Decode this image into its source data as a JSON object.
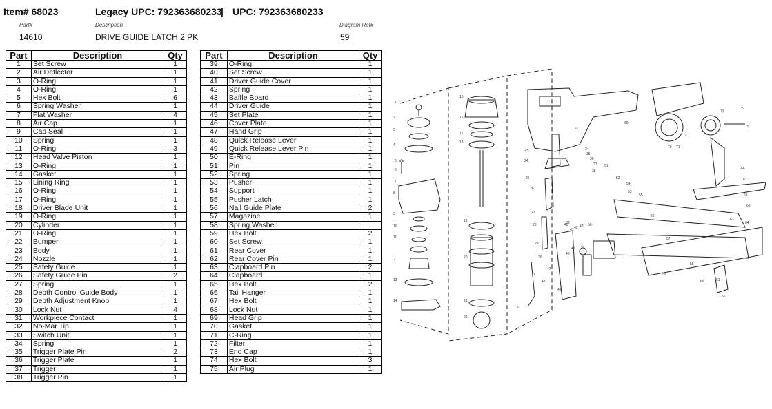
{
  "header": {
    "item": "Item# 68023",
    "legacy_upc": "Legacy UPC:  792363680233",
    "separator": "|",
    "upc": "UPC:  792363680233"
  },
  "detail": {
    "labels": {
      "part": "Part#",
      "description": "Description",
      "diagram_ref": "Diagram Ref#"
    },
    "part": "14610",
    "description": "DRIVE GUIDE LATCH 2 PK",
    "diagram_ref": "59"
  },
  "table": {
    "headers": {
      "part": "Part",
      "description": "Description",
      "qty": "Qty"
    },
    "left": [
      [
        "1",
        "Set Screw",
        "1"
      ],
      [
        "2",
        "Air Deflector",
        "1"
      ],
      [
        "3",
        "O-Ring",
        "1"
      ],
      [
        "4",
        "O-Ring",
        "1"
      ],
      [
        "5",
        "Hex Bolt",
        "6"
      ],
      [
        "6",
        "Spring Washer",
        "1"
      ],
      [
        "7",
        "Flat Washer",
        "4"
      ],
      [
        "8",
        "Air Cap",
        "1"
      ],
      [
        "9",
        "Cap Seal",
        "1"
      ],
      [
        "10",
        "Spring",
        "1"
      ],
      [
        "11",
        "O-Ring",
        "3"
      ],
      [
        "12",
        "Head Valve Piston",
        "1"
      ],
      [
        "13",
        "O-Ring",
        "1"
      ],
      [
        "14",
        "Gasket",
        "1"
      ],
      [
        "15",
        "Lining Ring",
        "1"
      ],
      [
        "16",
        "O-Ring",
        "1"
      ],
      [
        "17",
        "O-Ring",
        "1"
      ],
      [
        "18",
        "Driver Blade Unit",
        "1"
      ],
      [
        "19",
        "O-Ring",
        "1"
      ],
      [
        "20",
        "Cylinder",
        "1"
      ],
      [
        "21",
        "O-Ring",
        "1"
      ],
      [
        "22",
        "Bumper",
        "1"
      ],
      [
        "23",
        "Body",
        "1"
      ],
      [
        "24",
        "Nozzle",
        "1"
      ],
      [
        "25",
        "Safety Guide",
        "1"
      ],
      [
        "26",
        "Safety Guide Pin",
        "2"
      ],
      [
        "27",
        "Spring",
        "1"
      ],
      [
        "28",
        "Depth Control Guide Body",
        "1"
      ],
      [
        "29",
        "Depth Adjustment Knob",
        "1"
      ],
      [
        "30",
        "Lock Nut",
        "4"
      ],
      [
        "31",
        "Workpiece Contact",
        "1"
      ],
      [
        "32",
        "No-Mar Tip",
        "1"
      ],
      [
        "33",
        "Switch Unit",
        "1"
      ],
      [
        "34",
        "Spring",
        "1"
      ],
      [
        "35",
        "Trigger Plate Pin",
        "2"
      ],
      [
        "36",
        "Trigger Plate",
        "1"
      ],
      [
        "37",
        "Trigger",
        "1"
      ],
      [
        "38",
        "Trigger Pin",
        "1"
      ]
    ],
    "right": [
      [
        "39",
        "O-Ring",
        "1"
      ],
      [
        "40",
        "Set Screw",
        "1"
      ],
      [
        "41",
        "Driver Guide Cover",
        "1"
      ],
      [
        "42",
        "Spring",
        "1"
      ],
      [
        "43",
        "Baffle Board",
        "1"
      ],
      [
        "44",
        "Driver Guide",
        "1"
      ],
      [
        "45",
        "Set Plate",
        "1"
      ],
      [
        "46",
        "Cover Plate",
        "1"
      ],
      [
        "47",
        "Hand Grip",
        "1"
      ],
      [
        "48",
        "Quick Release Lever",
        "1"
      ],
      [
        "49",
        "Quick Release Lever Pin",
        "1"
      ],
      [
        "50",
        "E-Ring",
        "1"
      ],
      [
        "51",
        "Pin",
        "1"
      ],
      [
        "52",
        "Spring",
        "1"
      ],
      [
        "53",
        "Pusher",
        "1"
      ],
      [
        "54",
        "Support",
        "1"
      ],
      [
        "55",
        "Pusher Latch",
        "1"
      ],
      [
        "56",
        "Nail Guide Plate",
        "2"
      ],
      [
        "57",
        "Magazine",
        "1"
      ],
      [
        "58",
        "Spring Washer",
        ""
      ],
      [
        "59",
        "Hex Bolt",
        "2"
      ],
      [
        "60",
        "Set Screw",
        "1"
      ],
      [
        "61",
        "Rear Cover",
        "1"
      ],
      [
        "62",
        "Rear Cover Pin",
        "1"
      ],
      [
        "63",
        "Clapboard Pin",
        "2"
      ],
      [
        "64",
        "Clapboard",
        "1"
      ],
      [
        "65",
        "Hex Bolt",
        "2"
      ],
      [
        "66",
        "Tail Hanger",
        "1"
      ],
      [
        "67",
        "Hex Bolt",
        "1"
      ],
      [
        "68",
        "Lock Nut",
        "1"
      ],
      [
        "69",
        "Head Grip",
        "1"
      ],
      [
        "70",
        "Gasket",
        "1"
      ],
      [
        "71",
        "C-Ring",
        "1"
      ],
      [
        "72",
        "Filter",
        "1"
      ],
      [
        "73",
        "End Cap",
        "1"
      ],
      [
        "74",
        "Hex Bolt",
        "3"
      ],
      [
        "75",
        "Air Plug",
        "1"
      ]
    ]
  },
  "diagram_callouts": [
    "1",
    "2",
    "3",
    "4",
    "5",
    "6",
    "7",
    "8",
    "9",
    "10",
    "11",
    "12",
    "13",
    "14",
    "15",
    "16",
    "17",
    "18",
    "19",
    "20",
    "21",
    "22",
    "23",
    "24",
    "25",
    "26",
    "27",
    "28",
    "29",
    "30",
    "31",
    "32",
    "33",
    "34",
    "35",
    "36",
    "37",
    "38",
    "39",
    "40",
    "41",
    "42",
    "43",
    "44",
    "45",
    "46",
    "47",
    "48",
    "49",
    "50",
    "51",
    "52",
    "53",
    "54",
    "55",
    "56",
    "57",
    "58",
    "59",
    "60",
    "61",
    "62",
    "63",
    "64",
    "65",
    "66",
    "67",
    "68",
    "69",
    "70",
    "71",
    "72",
    "73",
    "74",
    "75"
  ]
}
